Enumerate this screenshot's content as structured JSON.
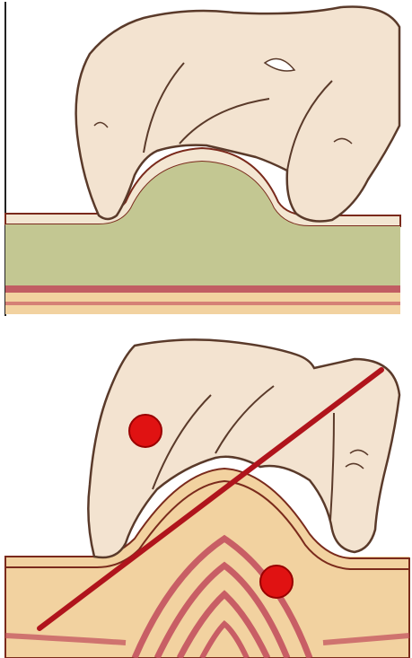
{
  "panels": [
    {
      "id": "top",
      "description_key": "skin-lift-superficial",
      "fill_color": "#c3c792",
      "skin_color": "#f3e6d2",
      "outline_color": "#7a2a1c"
    },
    {
      "id": "bottom",
      "description_key": "skin-lift-deep",
      "fill_color": "#f2d2a0",
      "band_color": "#c14a5a",
      "needle_color": "#b0141c",
      "marker_color": "#e01212"
    }
  ],
  "colors": {
    "hand": "#f3e3d0",
    "hand_outline": "#5a3a2a",
    "background": "#ffffff"
  }
}
